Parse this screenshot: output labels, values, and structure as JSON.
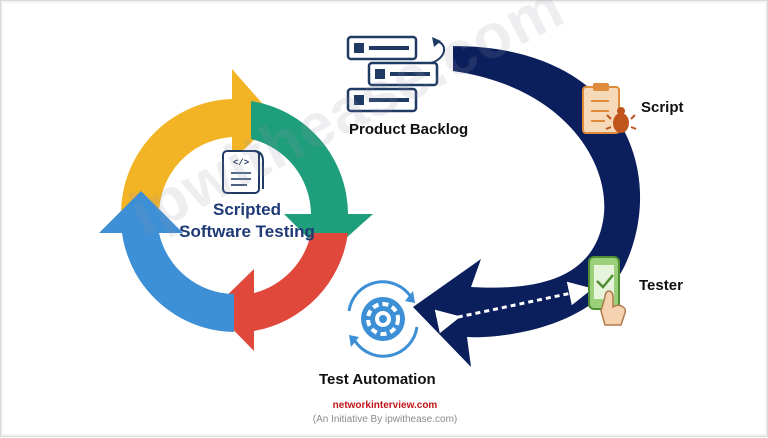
{
  "center": {
    "title_line1": "Scripted",
    "title_line2": "Software Testing"
  },
  "nodes": {
    "product_backlog": "Product Backlog",
    "script": "Script",
    "tester": "Tester",
    "test_automation": "Test Automation"
  },
  "watermark": "ipwithease.com",
  "footer": {
    "site": "networkinterview.com",
    "initiative": "(An Initiative By ipwithease.com)"
  },
  "colors": {
    "yellow": "#f2b424",
    "green": "#1e9e7b",
    "red": "#e0483c",
    "blue": "#3d8fd6",
    "navy": "#0b1f5c",
    "icon_dark": "#1f3a63",
    "site_red": "#c0161b"
  },
  "icons": [
    "document-code-icon",
    "list-icon",
    "clipboard-bug-icon",
    "mobile-tap-icon",
    "gear-cycle-icon"
  ]
}
